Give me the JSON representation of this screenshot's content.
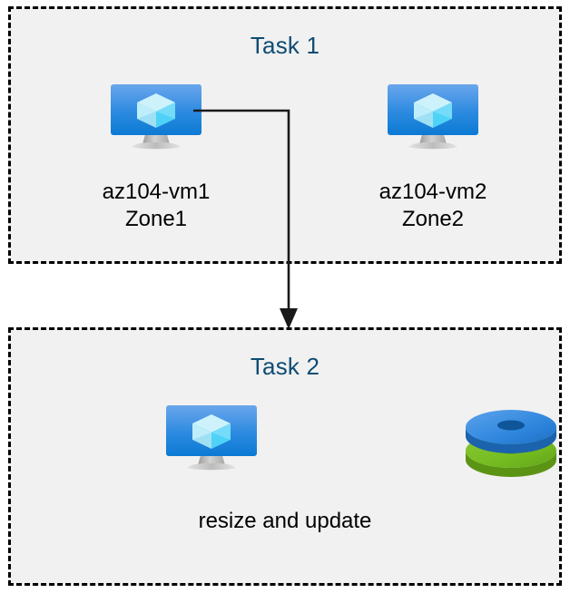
{
  "diagram": {
    "background_color": "#ffffff",
    "accent_color": "#0f4c73",
    "panel_fill": "#f1f1f1",
    "border_color": "#000000",
    "connector_color": "#1a1a1a"
  },
  "task1": {
    "title": "Task 1",
    "nodes": [
      {
        "icon": "virtual-machine-icon",
        "name": "az104-vm1",
        "zone": "Zone1"
      },
      {
        "icon": "virtual-machine-icon",
        "name": "az104-vm2",
        "zone": "Zone2"
      }
    ]
  },
  "task2": {
    "title": "Task 2",
    "icons": [
      {
        "icon": "virtual-machine-icon",
        "colors": {
          "screen_top": "#5ea0ea",
          "screen_bottom": "#0f81d8",
          "cube": "#b9ecfb"
        }
      },
      {
        "icon": "managed-disks-icon",
        "colors": {
          "disk_top": "#3b8fe0",
          "disk_bottom": "#76bc21"
        }
      }
    ],
    "caption": "resize and update"
  },
  "connector": {
    "label": "flow-arrow",
    "from": "az104-vm1",
    "to": "Task 2",
    "arrow_head": "down"
  }
}
